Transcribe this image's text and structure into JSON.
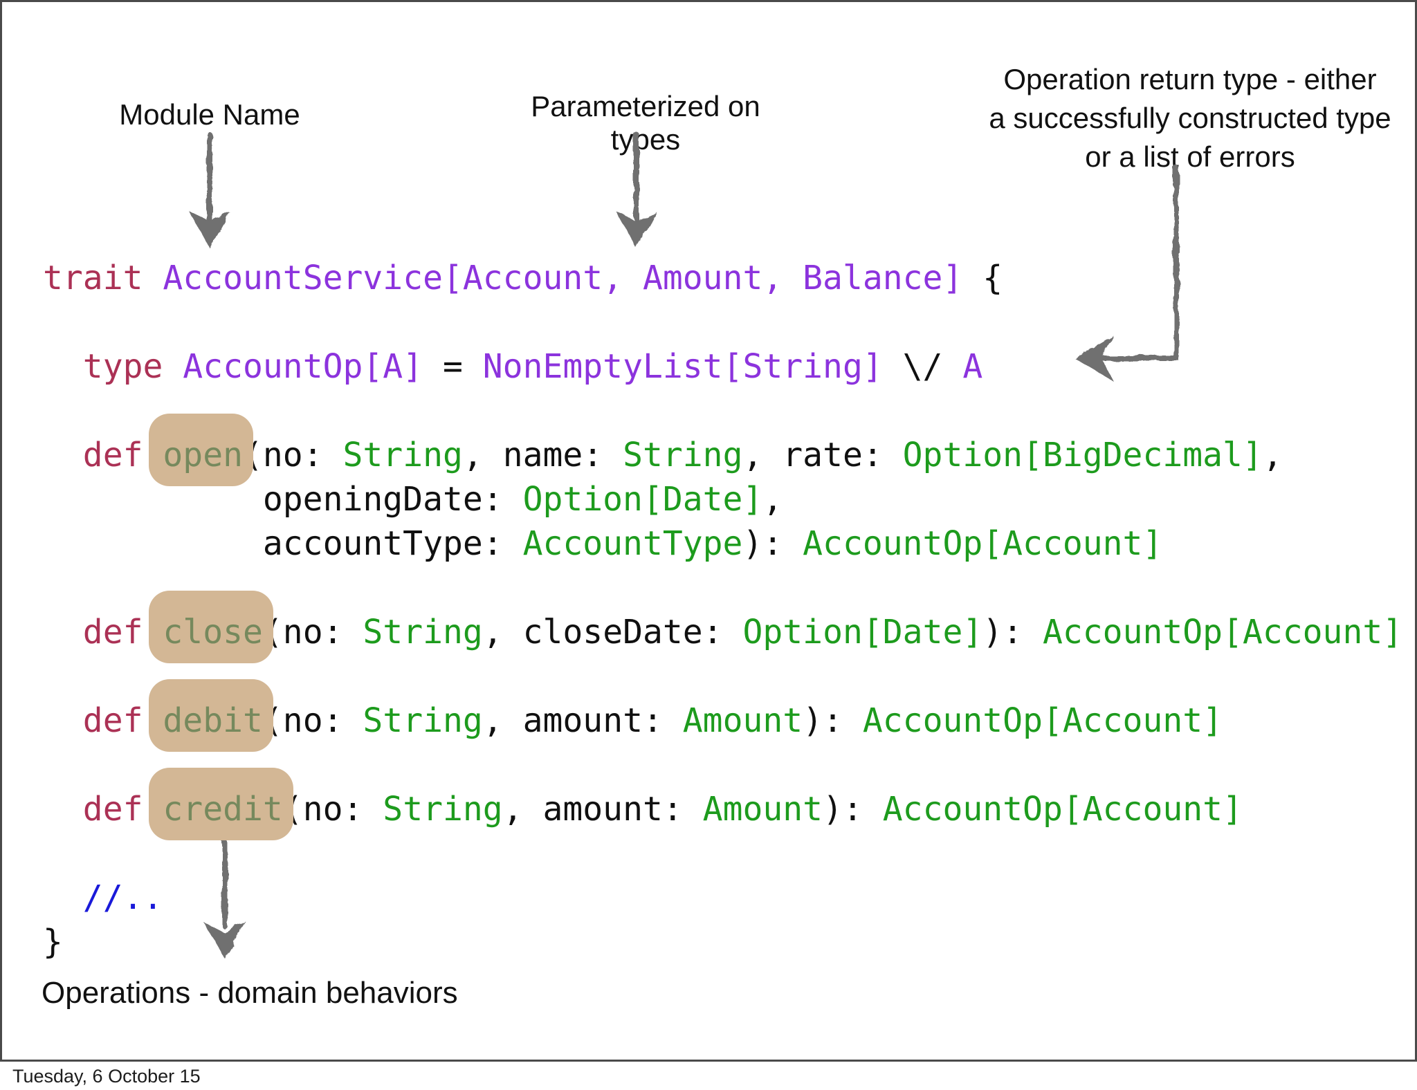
{
  "slide": {
    "annotations": {
      "module_name": "Module Name",
      "param_types": "Parameterized on types",
      "return_type": [
        "Operation return type - either",
        "a successfully constructed type",
        "or a list of errors"
      ],
      "operations_label": "Operations - domain behaviors"
    },
    "code": {
      "language": "scala",
      "lines": [
        [
          [
            "k",
            "trait"
          ],
          [
            "p",
            " "
          ],
          [
            "t",
            "AccountService[Account, Amount, Balance]"
          ],
          [
            "p",
            " {"
          ]
        ],
        [],
        [
          [
            "p",
            "  "
          ],
          [
            "k",
            "type"
          ],
          [
            "p",
            " "
          ],
          [
            "t",
            "AccountOp[A]"
          ],
          [
            "p",
            " = "
          ],
          [
            "t",
            "NonEmptyList[String]"
          ],
          [
            "p",
            " \\/ "
          ],
          [
            "t",
            "A"
          ]
        ],
        [],
        [
          [
            "p",
            "  "
          ],
          [
            "k",
            "def"
          ],
          [
            "p",
            " "
          ],
          [
            "m",
            "open"
          ],
          [
            "p",
            "(no: "
          ],
          [
            "g",
            "String"
          ],
          [
            "p",
            ", name: "
          ],
          [
            "g",
            "String"
          ],
          [
            "p",
            ", rate: "
          ],
          [
            "g",
            "Option[BigDecimal]"
          ],
          [
            "p",
            ","
          ]
        ],
        [
          [
            "p",
            "           openingDate: "
          ],
          [
            "g",
            "Option[Date]"
          ],
          [
            "p",
            ","
          ]
        ],
        [
          [
            "p",
            "           accountType: "
          ],
          [
            "g",
            "AccountType"
          ],
          [
            "p",
            "): "
          ],
          [
            "g",
            "AccountOp[Account]"
          ]
        ],
        [],
        [
          [
            "p",
            "  "
          ],
          [
            "k",
            "def"
          ],
          [
            "p",
            " "
          ],
          [
            "m",
            "close"
          ],
          [
            "p",
            "(no: "
          ],
          [
            "g",
            "String"
          ],
          [
            "p",
            ", closeDate: "
          ],
          [
            "g",
            "Option[Date]"
          ],
          [
            "p",
            "): "
          ],
          [
            "g",
            "AccountOp[Account]"
          ]
        ],
        [],
        [
          [
            "p",
            "  "
          ],
          [
            "k",
            "def"
          ],
          [
            "p",
            " "
          ],
          [
            "m",
            "debit"
          ],
          [
            "p",
            "(no: "
          ],
          [
            "g",
            "String"
          ],
          [
            "p",
            ", amount: "
          ],
          [
            "g",
            "Amount"
          ],
          [
            "p",
            "): "
          ],
          [
            "g",
            "AccountOp[Account]"
          ]
        ],
        [],
        [
          [
            "p",
            "  "
          ],
          [
            "k",
            "def"
          ],
          [
            "p",
            " "
          ],
          [
            "m",
            "credit"
          ],
          [
            "p",
            "(no: "
          ],
          [
            "g",
            "String"
          ],
          [
            "p",
            ", amount: "
          ],
          [
            "g",
            "Amount"
          ],
          [
            "p",
            "): "
          ],
          [
            "g",
            "AccountOp[Account]"
          ]
        ],
        [],
        [
          [
            "c",
            "  //.."
          ]
        ],
        [
          [
            "p",
            "}"
          ]
        ]
      ],
      "highlighted_methods": [
        "open",
        "close",
        "debit",
        "credit"
      ]
    },
    "colors": {
      "keyword": "#ab3155",
      "type-purple": "#8c33dd",
      "type-green": "#1d9b1d",
      "method": "#76895d",
      "highlight": "#d3b795",
      "comment": "#1a1ad9",
      "code-plain": "#101010",
      "arrow": "#6f6f6f",
      "border": "#4a4a4a",
      "text": "#111111"
    },
    "footer_date": "Tuesday, 6 October 15"
  }
}
